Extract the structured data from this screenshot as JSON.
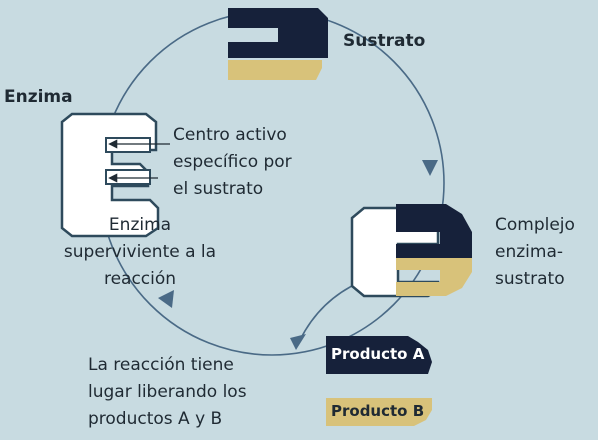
{
  "labels": {
    "sustrato": "Sustrato",
    "enzima": "Enzima",
    "centro_activo": [
      "Centro activo",
      "específico por",
      "el sustrato"
    ],
    "complejo": [
      "Complejo",
      "enzima-",
      "sustrato"
    ],
    "enzima_superviviente": [
      "Enzima",
      "superviviente a la",
      "reacción"
    ],
    "reaccion": [
      "La reacción tiene",
      "lugar liberando los",
      "productos A y B"
    ],
    "producto_a": "Producto A",
    "producto_b": "Producto B"
  },
  "colors": {
    "background": "#c8dbe1",
    "navy": "#16213a",
    "gold": "#d8c27a",
    "enzyme_fill": "#ffffff",
    "enzyme_outline": "#2e4a5c",
    "cycle": "#4a6a86"
  }
}
